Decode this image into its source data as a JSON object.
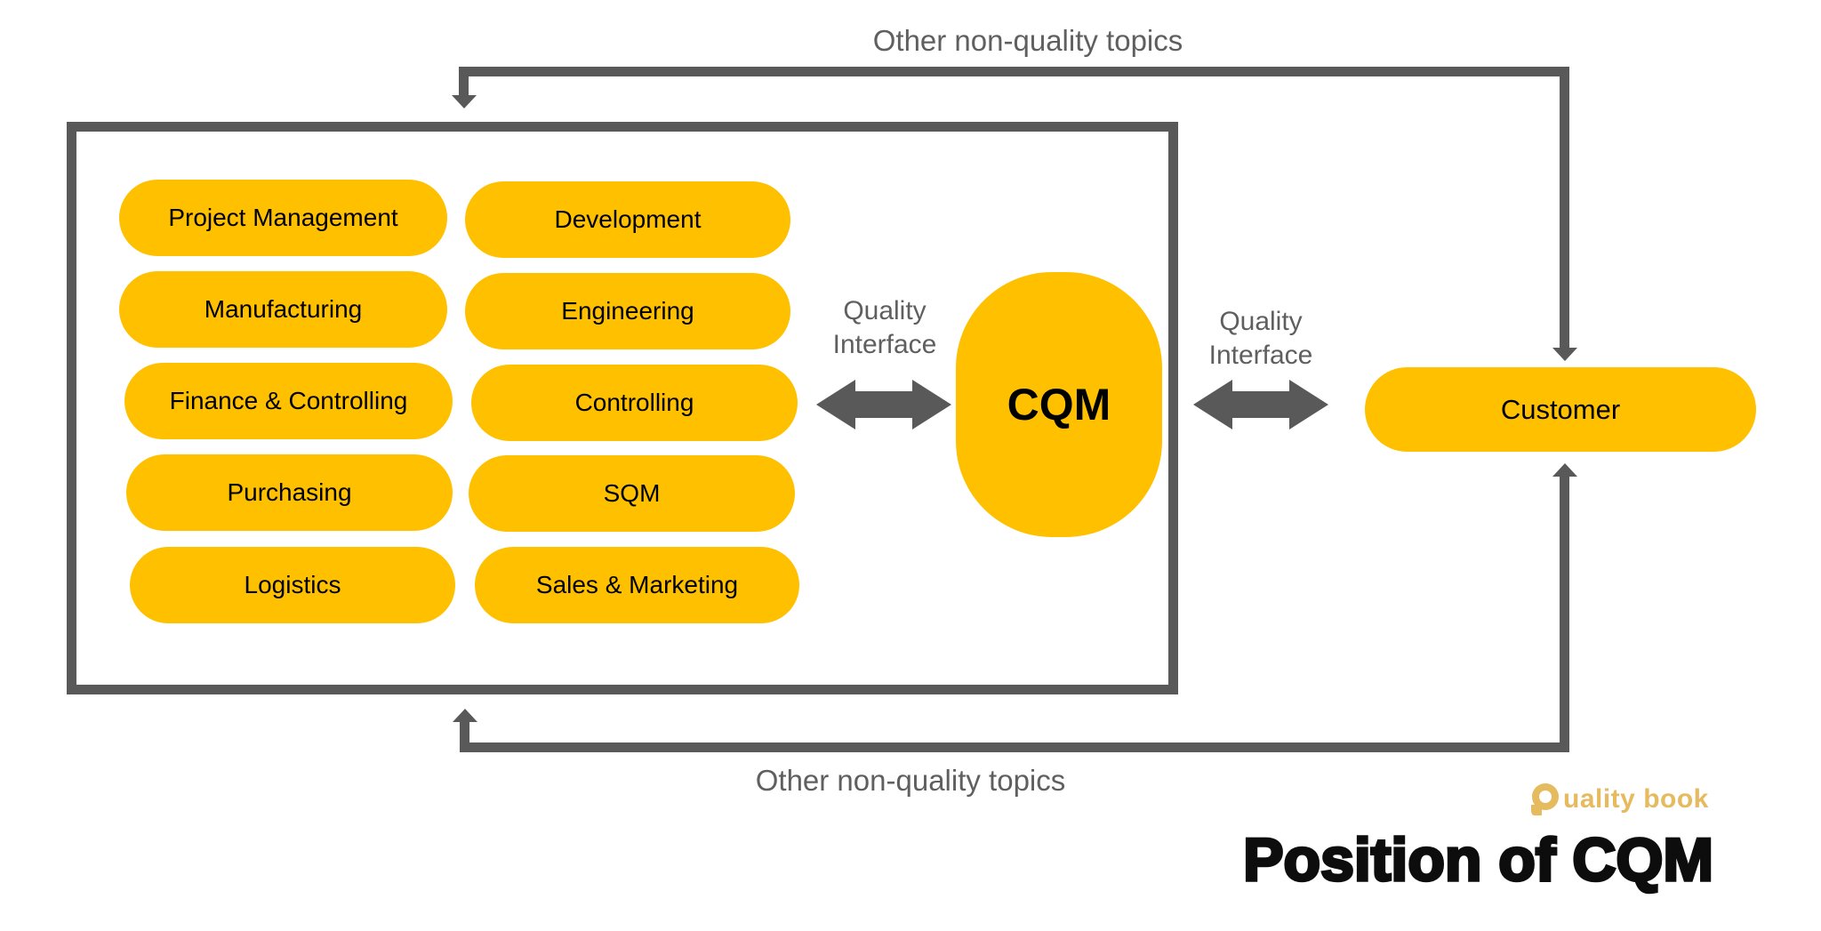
{
  "labels": {
    "top_flow": "Other non-quality topics",
    "bottom_flow": "Other non-quality topics",
    "quality_interface": {
      "line1": "Quality",
      "line2": "Interface"
    },
    "cqm": "CQM",
    "customer": "Customer"
  },
  "departments": {
    "left": [
      "Project Management",
      "Manufacturing",
      "Finance & Controlling",
      "Purchasing",
      "Logistics"
    ],
    "right": [
      "Development",
      "Engineering",
      "Controlling",
      "SQM",
      "Sales & Marketing"
    ]
  },
  "branding": {
    "logo_text": "uality book",
    "title": "Position of CQM"
  },
  "colors": {
    "shape_yellow": "#FFC000",
    "connector_gray": "#595959",
    "label_gray": "#5F5F5F",
    "logo_gold": "#E6BA5F",
    "title_black": "#0D0D0D"
  }
}
